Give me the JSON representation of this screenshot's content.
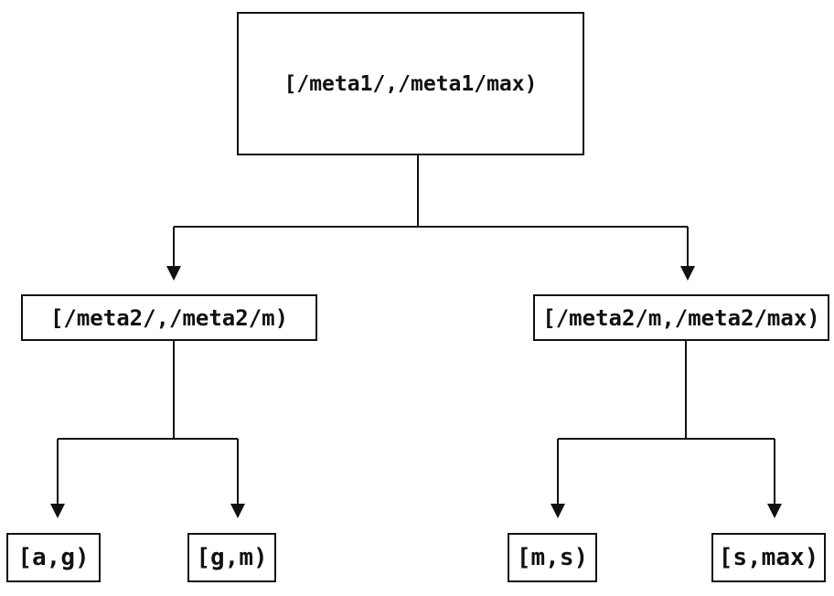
{
  "diagram": {
    "type": "tree",
    "background_color": "#ffffff",
    "line_color": "#111111",
    "text_color": "#111111",
    "nodes": {
      "root": {
        "label": "[/meta1/,/meta1/max)"
      },
      "left_child": {
        "label": "[/meta2/,/meta2/m)"
      },
      "right_child": {
        "label": "[/meta2/m,/meta2/max)"
      },
      "leaf_1": {
        "label": "[a,g)"
      },
      "leaf_2": {
        "label": "[g,m)"
      },
      "leaf_3": {
        "label": "[m,s)"
      },
      "leaf_4": {
        "label": "[s,max)"
      }
    },
    "edges": [
      {
        "from": "root",
        "to": "left_child"
      },
      {
        "from": "root",
        "to": "right_child"
      },
      {
        "from": "left_child",
        "to": "leaf_1"
      },
      {
        "from": "left_child",
        "to": "leaf_2"
      },
      {
        "from": "right_child",
        "to": "leaf_3"
      },
      {
        "from": "right_child",
        "to": "leaf_4"
      }
    ]
  }
}
